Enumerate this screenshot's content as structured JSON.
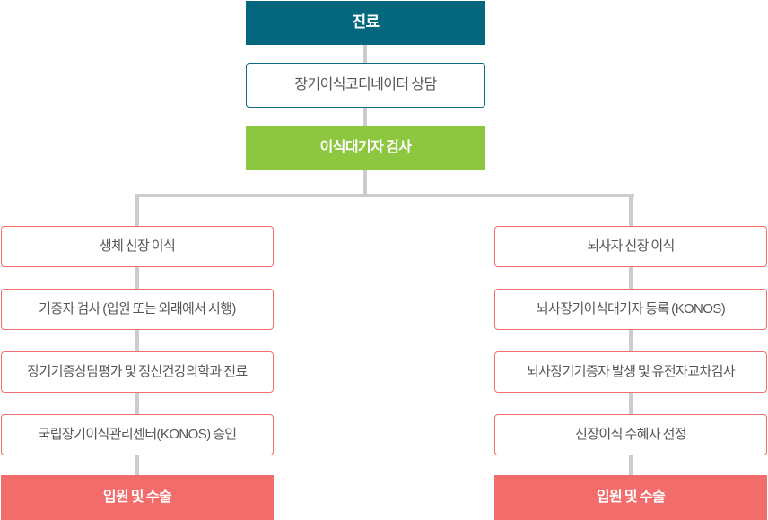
{
  "colors": {
    "teal_fill": "#05677e",
    "teal_border": "#0c6b81",
    "green_fill": "#8dc63f",
    "red_fill": "#f26c6b",
    "red_border": "#f0706f",
    "text_gray": "#55565a",
    "text_white": "#ffffff",
    "connector_gray": "#cccccc"
  },
  "flow": {
    "top_steps": [
      {
        "label": "진료"
      },
      {
        "label": "장기이식코디네이터 상담"
      },
      {
        "label": "이식대기자 검사"
      }
    ],
    "left_branch": {
      "steps": [
        "생체 신장 이식",
        "기증자 검사 (입원 또는 외래에서 시행)",
        "장기기증상담평가 및 정신건강의학과 진료",
        "국립장기이식관리센터(KONOS) 승인"
      ],
      "final": "입원 및 수술"
    },
    "right_branch": {
      "steps": [
        "뇌사자 신장 이식",
        "뇌사장기이식대기자 등록 (KONOS)",
        "뇌사장기기증자 발생 및 유전자교차검사",
        "신장이식 수혜자 선정"
      ],
      "final": "입원 및 수술"
    }
  }
}
